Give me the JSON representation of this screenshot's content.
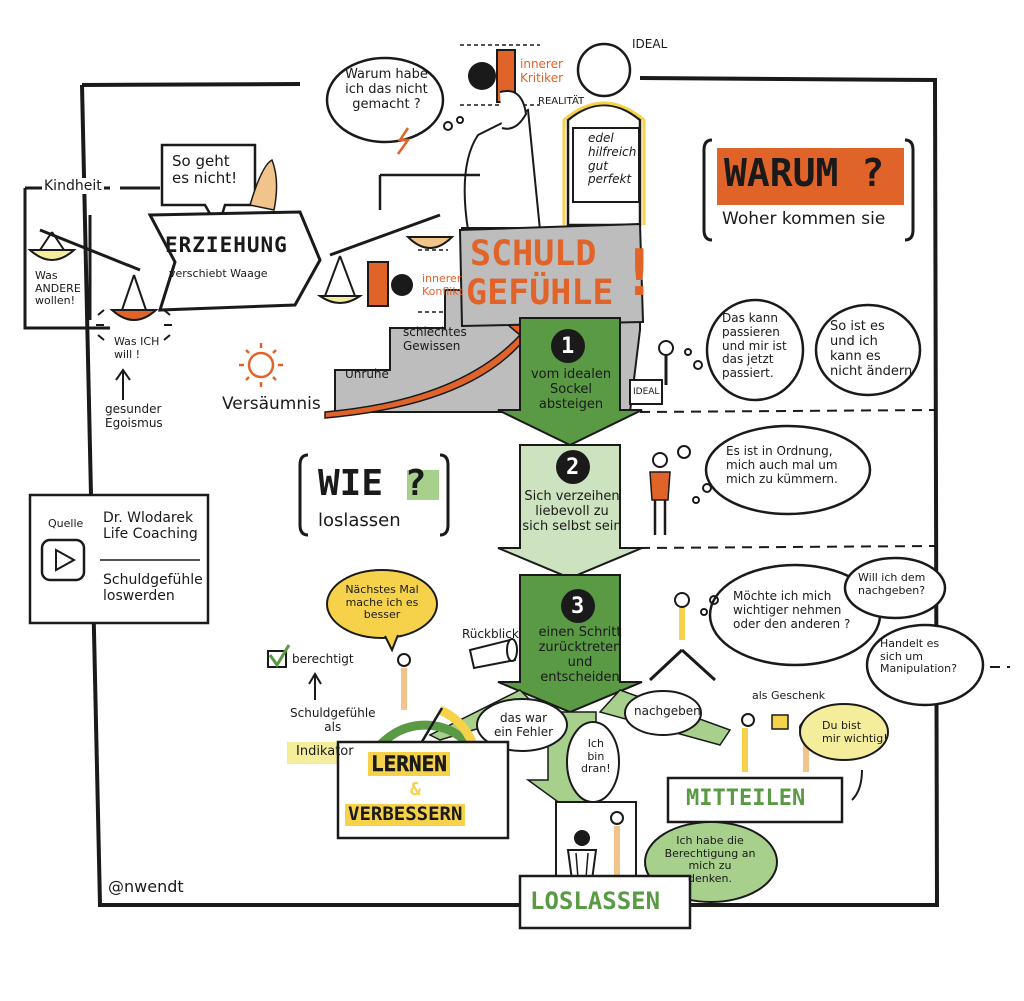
{
  "colors": {
    "orange": "#e0632a",
    "green": "#5a9a45",
    "light_green": "#a8d08d",
    "pale_green": "#cde3bf",
    "gray": "#bdbdbd",
    "dark": "#1a1a1a",
    "yellow": "#f6d24a",
    "pale_yellow": "#f4ee9c",
    "skin": "#f0c48a"
  },
  "title": {
    "line1": "SCHULD",
    "line2": "GEFÜHLE",
    "mark": "!"
  },
  "upbringing": {
    "speech": "So geht\nes nicht!",
    "banner_title": "ERZIEHUNG",
    "banner_sub": "verschiebt Waage",
    "childhood_label": "Kindheit",
    "others_want": "Was\nANDERE\nwollen!",
    "i_want": "Was ICH\nwill !",
    "healthy_egoism": "gesunder\nEgoismus",
    "omission": "Versäumnis"
  },
  "inner": {
    "thought": "Warum habe\nich das nicht\ngemacht ?",
    "inner_critic": "innerer\nKritiker",
    "reality": "REALITÄT",
    "ideal": "IDEAL",
    "ideal_traits": "edel\nhilfreich\ngut\nperfekt",
    "inner_conflict": "innerer\nKonflikt"
  },
  "stairs": {
    "bad_conscience": "schlechtes\nGewissen",
    "unrest": "Unruhe"
  },
  "why": {
    "title": "WARUM ?",
    "sub": "Woher kommen sie"
  },
  "how": {
    "title": "WIE ?",
    "sub": "loslassen"
  },
  "source": {
    "label": "Quelle",
    "author": "Dr. Wlodarek\nLife Coaching",
    "video": "Schuldgefühle\nloswerden"
  },
  "steps": [
    {
      "num": "1",
      "text": "vom idealen\nSockel\nabsteigen"
    },
    {
      "num": "2",
      "text": "Sich verzeihen\nliebevoll zu\nsich selbst sein"
    },
    {
      "num": "3",
      "text": "einen Schritt\nzurücktreten\nund\nentscheiden"
    }
  ],
  "right_side": {
    "ideal_sign": "IDEAL",
    "cloud1": "Das kann\npassieren\nund mir ist\ndas jetzt\npassiert.",
    "cloud2": "So ist es\nund ich\nkann es\nnicht ändern",
    "cloud3": "Es ist in Ordnung,\nmich auch mal um\nmich zu kümmern.",
    "cloud4": "Möchte ich mich\nwichtiger nehmen\noder den anderen ?",
    "cloud5": "Will ich dem\nnachgeben?",
    "cloud6": "Handelt es\nsich um\nManipulation?",
    "gift_label": "als Geschenk",
    "gift_speech": "Du bist\nmir wichtig!"
  },
  "bottom": {
    "speech_next": "Nächstes Mal\nmache ich es\nbesser",
    "justified": "berechtigt",
    "indicator_pre": "Schuldgefühle\nals",
    "indicator": "Indikator",
    "review": "Rückblick",
    "mistake": "das war\nein Fehler",
    "my_turn": "Ich\nbin\ndran!",
    "give_in": "nachgeben",
    "learn": "LERNEN",
    "amp": "&",
    "improve": "VERBESSERN",
    "communicate": "MITTEILEN",
    "let_go": "LOSLASSEN",
    "entitled": "Ich habe die\nBerechtigung an\nmich zu\ndenken.",
    "signature": "@nwendt"
  }
}
